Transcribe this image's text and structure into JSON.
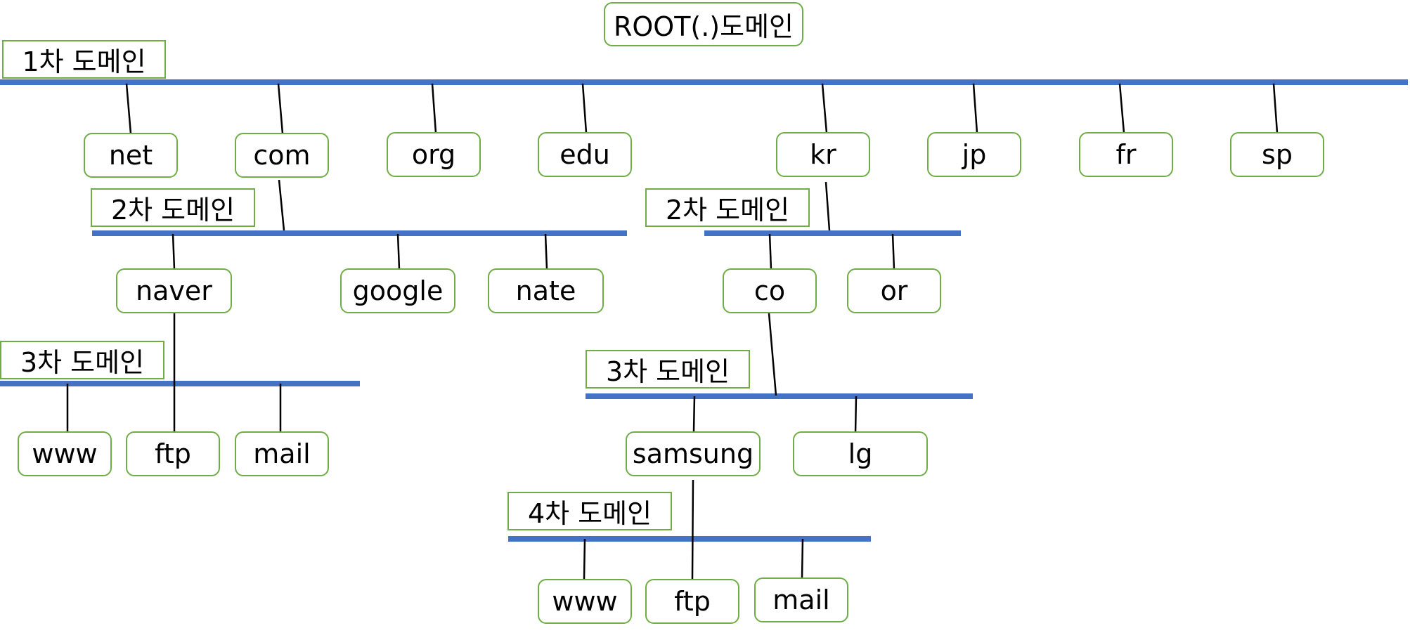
{
  "root": {
    "label": "ROOT(.)도메인"
  },
  "level_labels": {
    "first": "1차 도메인",
    "second_left": "2차 도메인",
    "second_right": "2차 도메인",
    "third_left": "3차 도메인",
    "third_right": "3차 도메인",
    "fourth": "4차 도메인"
  },
  "first_level": [
    "net",
    "com",
    "org",
    "edu",
    "kr",
    "jp",
    "fr",
    "sp"
  ],
  "second_level_com": [
    "naver",
    "google",
    "nate"
  ],
  "second_level_kr": [
    "co",
    "or"
  ],
  "third_level_naver": [
    "www",
    "ftp",
    "mail"
  ],
  "third_level_co": [
    "samsung",
    "lg"
  ],
  "fourth_level_samsung": [
    "www",
    "ftp",
    "mail"
  ],
  "colors": {
    "bus": "#4472c4",
    "box_border": "#70ad47",
    "connector": "#000000"
  }
}
